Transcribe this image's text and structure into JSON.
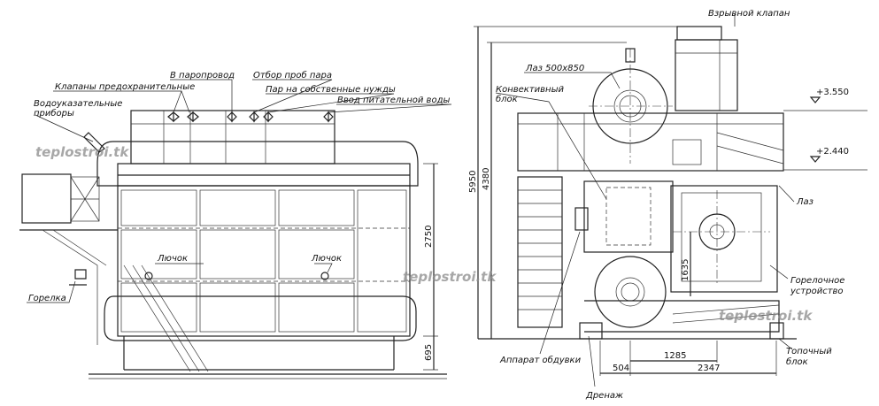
{
  "watermark": "teplostroi.tk",
  "left_view": {
    "labels": {
      "valves_safety": "Клапаны предохранительные",
      "to_steam_line": "В паропровод",
      "steam_sampling": "Отбор проб пара",
      "own_needs_steam": "Пар на собственные нужды",
      "feed_water_inlet": "Ввод питательной воды",
      "water_indicators": "Водоуказательные приборы",
      "hatch_left": "Лючок",
      "hatch_right": "Лючок",
      "burner": "Горелка"
    },
    "dimensions": {
      "height_body": "2750",
      "height_base": "695"
    }
  },
  "right_view": {
    "labels": {
      "explosion_valve": "Взрывной клапан",
      "manhole_size": "Лаз 500х850",
      "convective_block": "Конвективный блок",
      "manhole": "Лаз",
      "burner_device": "Горелочное устройство",
      "blower": "Аппарат обдувки",
      "furnace_block": "Топочный блок",
      "drainage": "Дренаж"
    },
    "levels": {
      "upper": "+3.550",
      "lower": "+2.440"
    },
    "dimensions": {
      "total_height": "5950",
      "height_2": "4380",
      "burner_height": "1635",
      "w_504": "504",
      "w_1285": "1285",
      "w_2347": "2347"
    }
  }
}
